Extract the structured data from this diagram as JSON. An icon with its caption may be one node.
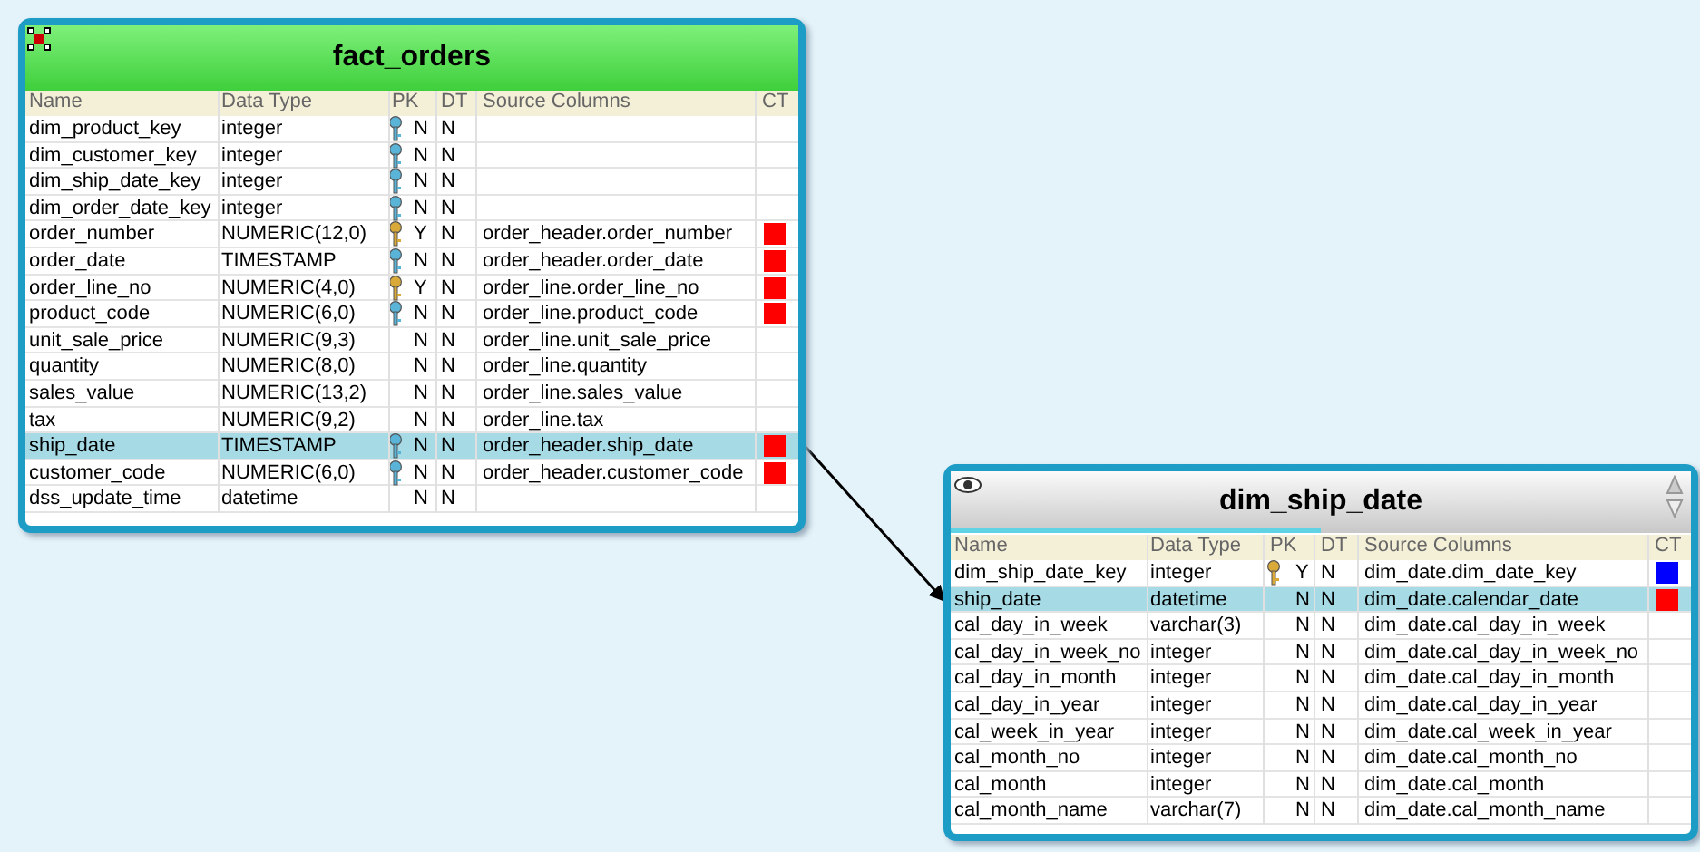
{
  "diagram": {
    "nodes": [
      {
        "text": [
          "fact_orders"
        ]
      },
      {
        "text": [
          "dim_product_key",
          "integer",
          "N",
          "N"
        ],
        "in": 0
      },
      {
        "text": [
          "dim_customer_key",
          "integer",
          "N",
          "N"
        ],
        "in": 0
      },
      {
        "text": [
          "dim_ship_date_key",
          "integer",
          "N",
          "N"
        ],
        "in": 0
      },
      {
        "text": [
          "dim_order_date_key",
          "integer",
          "N",
          "N"
        ],
        "in": 0
      },
      {
        "text": [
          "order_number",
          "NUMERIC(12,0)",
          "Y",
          "N",
          "order_header.order_number"
        ],
        "in": 0
      },
      {
        "text": [
          "order_date",
          "TIMESTAMP",
          "N",
          "N",
          "order_header.order_date"
        ],
        "in": 0
      },
      {
        "text": [
          "order_line_no",
          "NUMERIC(4,0)",
          "Y",
          "N",
          "order_line.order_line_no"
        ],
        "in": 0
      },
      {
        "text": [
          "product_code",
          "NUMERIC(6,0)",
          "N",
          "N",
          "order_line.product_code"
        ],
        "in": 0
      },
      {
        "text": [
          "unit_sale_price",
          "NUMERIC(9,3)",
          "N",
          "N",
          "order_line.unit_sale_price"
        ],
        "in": 0
      },
      {
        "text": [
          "quantity",
          "NUMERIC(8,0)",
          "N",
          "N",
          "order_line.quantity"
        ],
        "in": 0
      },
      {
        "text": [
          "sales_value",
          "NUMERIC(13,2)",
          "N",
          "N",
          "order_line.sales_value"
        ],
        "in": 0
      },
      {
        "text": [
          "tax",
          "NUMERIC(9,2)",
          "N",
          "N",
          "order_line.tax"
        ],
        "in": 0
      },
      {
        "text": [
          "ship_date",
          "TIMESTAMP",
          "N",
          "N",
          "order_header.ship_date"
        ],
        "in": 0
      },
      {
        "text": [
          "customer_code",
          "NUMERIC(6,0)",
          "N",
          "N",
          "order_header.customer_code"
        ],
        "in": 0
      },
      {
        "text": [
          "dss_update_time",
          "datetime",
          "N",
          "N"
        ],
        "in": 0
      },
      {
        "text": [
          "dim_ship_date"
        ]
      },
      {
        "text": [
          "dim_ship_date_key",
          "integer",
          "Y",
          "N",
          "dim_date.dim_date_key"
        ],
        "in": 16
      },
      {
        "text": [
          "ship_date",
          "datetime",
          "N",
          "N",
          "dim_date.calendar_date"
        ],
        "in": 16
      },
      {
        "text": [
          "cal_day_in_week",
          "varchar(3)",
          "N",
          "N",
          "dim_date.cal_day_in_week"
        ],
        "in": 16
      },
      {
        "text": [
          "cal_day_in_week_no",
          "integer",
          "N",
          "N",
          "dim_date.cal_day_in_week_no"
        ],
        "in": 16
      },
      {
        "text": [
          "cal_day_in_month",
          "integer",
          "N",
          "N",
          "dim_date.cal_day_in_month"
        ],
        "in": 16
      },
      {
        "text": [
          "cal_day_in_year",
          "integer",
          "N",
          "N",
          "dim_date.cal_day_in_year"
        ],
        "in": 16
      },
      {
        "text": [
          "cal_week_in_year",
          "integer",
          "N",
          "N",
          "dim_date.cal_week_in_year"
        ],
        "in": 16
      },
      {
        "text": [
          "cal_month_no",
          "integer",
          "N",
          "N",
          "dim_date.cal_month_no"
        ],
        "in": 16
      },
      {
        "text": [
          "cal_month",
          "integer",
          "N",
          "N",
          "dim_date.cal_month"
        ],
        "in": 16
      },
      {
        "text": [
          "cal_month_name",
          "varchar(7)",
          "N",
          "N",
          "dim_date.cal_month_name"
        ],
        "in": 16
      }
    ],
    "edges": [
      {
        "from": 13,
        "to": 18,
        "arrow": "to"
      }
    ],
    "labels": [
      "Name",
      "Data Type",
      "PK",
      "DT",
      "Source Columns",
      "CT",
      "Name",
      "Data Type",
      "PK",
      "DT",
      "Source Columns",
      "CT"
    ]
  }
}
